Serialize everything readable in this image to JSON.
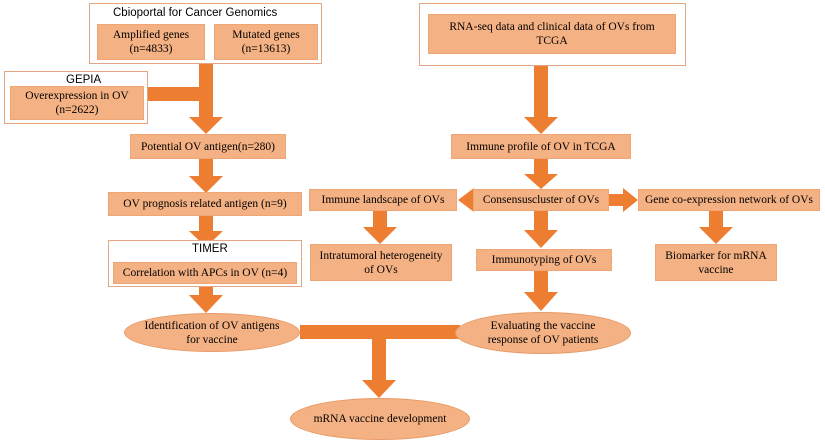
{
  "frames": {
    "cbioportal": "Cbioportal for Cancer Genomics",
    "gepia": "GEPIA",
    "timer": "TIMER"
  },
  "boxes": {
    "amplified": "Amplified genes\n(n=4833)",
    "mutated": "Mutated genes\n(n=13613)",
    "overexpression": "Overexpression in OV\n(n=2622)",
    "potential": "Potential OV antigen(n=280)",
    "prognosis": "OV  prognosis related antigen (n=9)",
    "correlation": "Correlation with APCs in OV (n=4)",
    "rnaseq": "RNA-seq data and clinical data of OVs from\nTCGA",
    "immune_profile": "Immune profile of OV in TCGA",
    "consensus": "Consensuscluster of OVs",
    "immune_landscape": "Immune landscape of OVs",
    "gene_coexpression": "Gene co-expression network of OVs",
    "intratumoral": "Intratumoral heterogeneity\nof OVs",
    "immunotyping": "Immunotyping of OVs",
    "biomarker": "Biomarker for mRNA\nvaccine"
  },
  "pills": {
    "identification": "Identification of OV antigens\nfor vaccine",
    "evaluating": "Evaluating the vaccine\nresponse of OV patients",
    "mrna": "mRNA vaccine development"
  },
  "colors": {
    "box_fill": "#f4b183",
    "arrow": "#ed7d31",
    "frame_border": "#e3a683"
  }
}
